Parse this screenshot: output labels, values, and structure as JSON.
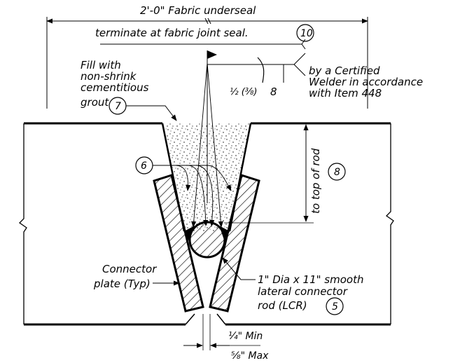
{
  "dimensions": {
    "underseal_width": "2'-0\" Fabric underseal",
    "underseal_note": "terminate at fabric joint seal.",
    "underseal_callout": "10",
    "to_top_of_rod": "to top of rod",
    "to_top_callout": "8",
    "gap_min": "¼\" Min",
    "gap_max": "⅝\" Max"
  },
  "notes": {
    "fill_line1": "Fill with",
    "fill_line2": "non-shrink",
    "fill_line3": "cementitious",
    "fill_line4": "grout",
    "fill_callout": "7",
    "weld_callout": "6",
    "weld_size": "½ (⅜)",
    "weld_length": "8",
    "welder_line1": "by a Certified",
    "welder_line2": "Welder in accordance",
    "welder_line3": "with Item 448",
    "plate_line1": "Connector",
    "plate_line2": "plate (Typ)",
    "rod_line1": "1\" Dia x 11\" smooth",
    "rod_line2": "lateral connector",
    "rod_line3": "rod (LCR)",
    "rod_callout": "5"
  },
  "colors": {
    "ink": "#000000",
    "background": "#ffffff"
  }
}
